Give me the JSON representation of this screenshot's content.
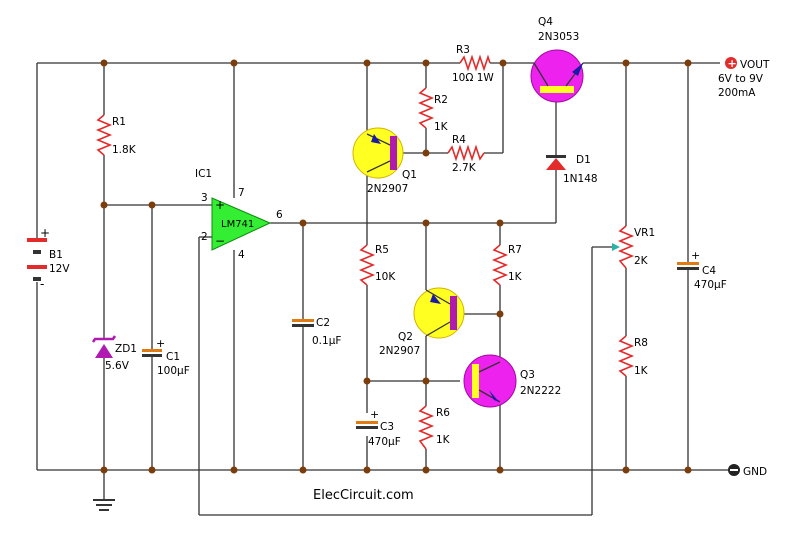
{
  "labels": {
    "r1": "R1",
    "r1v": "1.8K",
    "b1": "B1",
    "b1v": "12V",
    "zd1": "ZD1",
    "zd1v": "5.6V",
    "c1": "C1",
    "c1v": "100µF",
    "ic1": "IC1",
    "ic": "LM741",
    "p3": "3",
    "p2": "2",
    "p7": "7",
    "p4": "4",
    "p6": "6",
    "c2": "C2",
    "c2v": "0.1µF",
    "r2": "R2",
    "r2v": "1K",
    "r3": "R3",
    "r3v": "10Ω 1W",
    "r4": "R4",
    "r4v": "2.7K",
    "q1": "Q1",
    "q1v": "2N2907",
    "q4": "Q4",
    "q4v": "2N3053",
    "d1": "D1",
    "d1v": "1N148",
    "r5": "R5",
    "r5v": "10K",
    "r7": "R7",
    "r7v": "1K",
    "q2": "Q2",
    "q2v": "2N2907",
    "q3": "Q3",
    "q3v": "2N2222",
    "c3": "C3",
    "c3v": "470µF",
    "r6": "R6",
    "r6v": "1K",
    "vr1": "VR1",
    "vr1v": "2K",
    "r8": "R8",
    "r8v": "1K",
    "c4": "C4",
    "c4v": "470µF",
    "vout": "VOUT",
    "vout_range": "6V to 9V",
    "vout_current": "200mA",
    "gnd": "GND",
    "credit": "ElecCircuit.com"
  },
  "colors": {
    "wire": "#333333",
    "resistor": "#e32b2b",
    "node": "#7a3d0b",
    "opamp": "#33ee33",
    "pnp": "#ffff22",
    "npn": "#ee22ee",
    "capacitor": "#e07b14"
  }
}
